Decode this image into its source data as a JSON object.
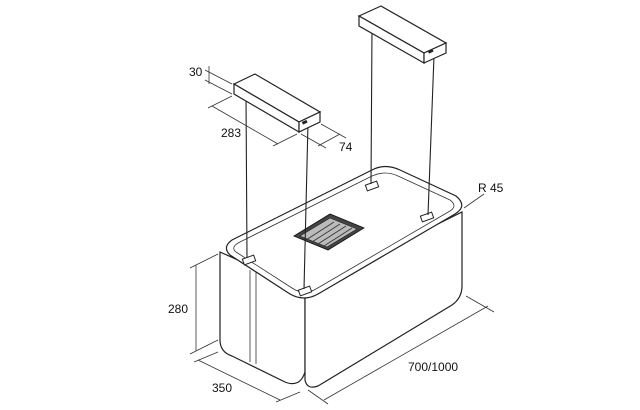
{
  "dimensions": {
    "thickness": "30",
    "beam_length": "283",
    "beam_width": "74",
    "radius": "R 45",
    "height": "280",
    "depth": "350",
    "width": "700/1000"
  }
}
